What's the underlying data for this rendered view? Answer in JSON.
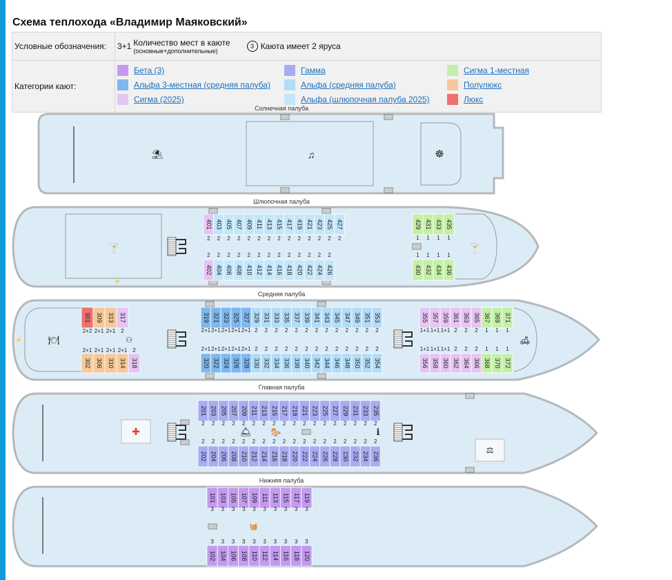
{
  "title": "Схема теплохода «Владимир Маяковский»",
  "legend": {
    "label_symbols": "Условные обозначения:",
    "count_example": "3+1",
    "count_text": "Количество мест в каюте",
    "count_sub": "(основные+дополнительные)",
    "tier_example": "3",
    "tier_text": "Каюта имеет 2 яруса",
    "label_categories": "Категории кают:",
    "categories": [
      {
        "name": "Бета (3)",
        "color": "#c39af0"
      },
      {
        "name": "Гамма",
        "color": "#a8acf0"
      },
      {
        "name": "Сигма 1-местная",
        "color": "#c5efa8"
      },
      {
        "name": "Альфа 3-местная (средняя палуба)",
        "color": "#7db8ee"
      },
      {
        "name": "Альфа (средняя палуба)",
        "color": "#b3dcf6"
      },
      {
        "name": "Полулюкс",
        "color": "#f6c99a"
      },
      {
        "name": "Сигма (2025)",
        "color": "#e5c5f4"
      },
      {
        "name": "Альфа (шлюпочная палуба 2025)",
        "color": "#c4e6f9"
      },
      {
        "name": "Люкс",
        "color": "#f07070"
      }
    ]
  },
  "decks": {
    "sun": "Солнечная палуба",
    "boat": "Шлюпочная палуба",
    "middle": "Средняя палуба",
    "main": "Главная палуба",
    "lower": "Нижняя палуба"
  },
  "cabins": {
    "boat_top": [
      "401",
      "403",
      "405",
      "407",
      "409",
      "411",
      "413",
      "415",
      "417",
      "419",
      "421",
      "423",
      "425",
      "427"
    ],
    "boat_bot": [
      "402",
      "404",
      "406",
      "408",
      "410",
      "412",
      "414",
      "416",
      "418",
      "420",
      "422",
      "424",
      "426"
    ],
    "boat_fwd_top": [
      "429",
      "431",
      "433",
      "435"
    ],
    "boat_fwd_bot": [
      "430",
      "432",
      "434",
      "436"
    ],
    "mid_aft_top": [
      "301",
      "309",
      "313",
      "317"
    ],
    "mid_aft_bot": [
      "302",
      "306",
      "310",
      "314",
      "318"
    ],
    "mid_top": [
      "319",
      "321",
      "323",
      "325",
      "327",
      "329",
      "331",
      "333",
      "335",
      "337",
      "339",
      "341",
      "343",
      "345",
      "347",
      "349",
      "351",
      "353"
    ],
    "mid_bot": [
      "320",
      "322",
      "324",
      "326",
      "328",
      "330",
      "332",
      "334",
      "336",
      "338",
      "340",
      "342",
      "344",
      "346",
      "348",
      "350",
      "352",
      "354"
    ],
    "mid_fwd_top": [
      "355",
      "357",
      "359",
      "361",
      "363",
      "365",
      "367",
      "369",
      "371"
    ],
    "mid_fwd_bot": [
      "356",
      "358",
      "360",
      "362",
      "364",
      "366",
      "368",
      "370",
      "372"
    ],
    "main_top": [
      "201",
      "203",
      "205",
      "207",
      "209",
      "211",
      "213",
      "215",
      "217",
      "219",
      "221",
      "223",
      "225",
      "227",
      "229",
      "231",
      "233",
      "235"
    ],
    "main_bot": [
      "202",
      "204",
      "206",
      "208",
      "210",
      "212",
      "214",
      "216",
      "218",
      "220",
      "222",
      "224",
      "226",
      "228",
      "230",
      "232",
      "234",
      "236"
    ],
    "low_top": [
      "101",
      "103",
      "105",
      "107",
      "109",
      "111",
      "113",
      "115",
      "117",
      "119"
    ],
    "low_bot": [
      "102",
      "104",
      "106",
      "108",
      "110",
      "112",
      "114",
      "116",
      "118",
      "120"
    ]
  },
  "places": {
    "mid_aft_top": [
      "2+2",
      "2+1",
      "2+1",
      "2"
    ],
    "mid_aft_bot": [
      "2+1",
      "2+1",
      "2+1",
      "2+1",
      "2"
    ],
    "mid_top": [
      "2+1",
      "2+1",
      "2+1",
      "2+1",
      "2+1",
      "2",
      "2",
      "2",
      "2",
      "2",
      "2",
      "2",
      "2",
      "2",
      "2",
      "2",
      "2",
      "2"
    ],
    "mid_bot": [
      "2+1",
      "2+1",
      "2+1",
      "2+1",
      "2+1",
      "2",
      "2",
      "2",
      "2",
      "2",
      "2",
      "2",
      "2",
      "2",
      "2",
      "2",
      "2",
      "2"
    ],
    "mid_fwd_top": [
      "1+1",
      "1+1",
      "1+1",
      "2",
      "2",
      "2",
      "1",
      "1",
      "1"
    ],
    "mid_fwd_bot": [
      "1+1",
      "1+1",
      "1+1",
      "2",
      "2",
      "2",
      "1",
      "1",
      "1"
    ]
  },
  "icons": [
    "umbrella-icon",
    "music-icon",
    "helm-icon",
    "cocktail-icon",
    "restaurant-icon",
    "sofa-icon",
    "first-aid-icon",
    "info-icon",
    "gym-icon",
    "iron-icon",
    "reception-icon",
    "kids-icon"
  ]
}
